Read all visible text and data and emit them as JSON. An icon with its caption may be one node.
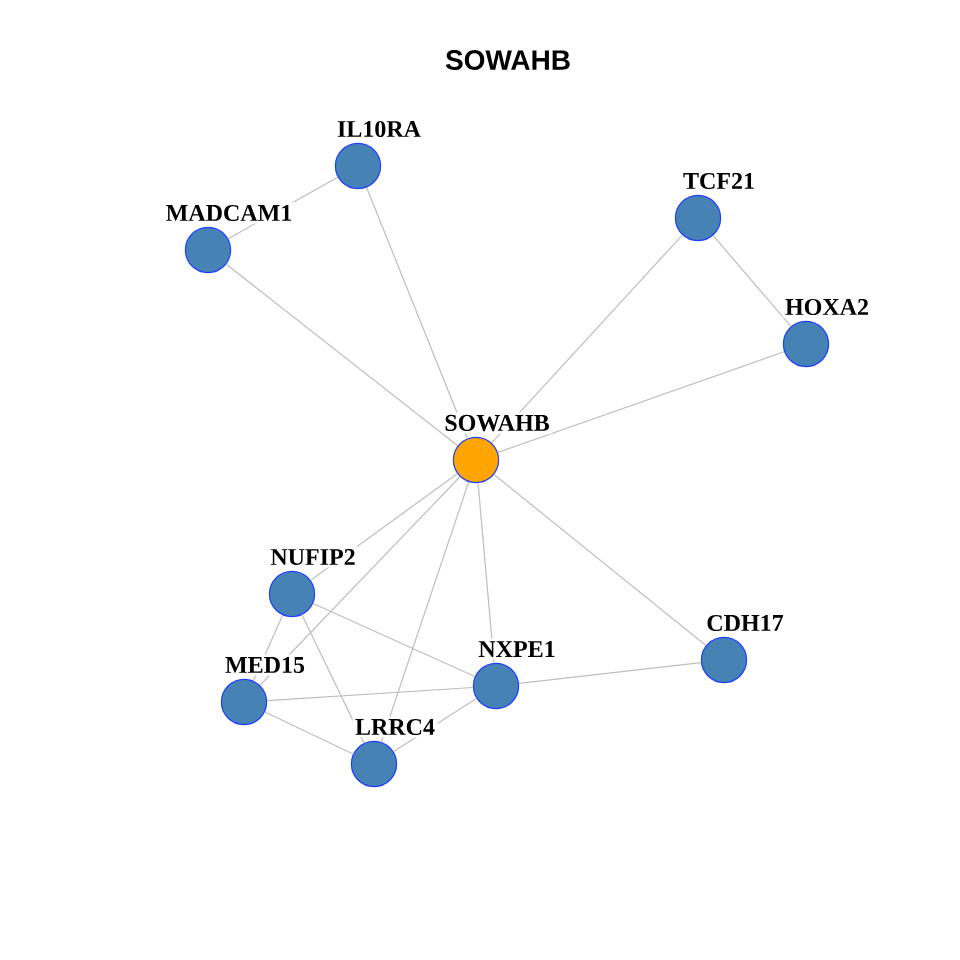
{
  "diagram": {
    "title": "SOWAHB",
    "nodes": [
      {
        "text": [
          "IL10RA"
        ]
      },
      {
        "text": [
          "TCF21"
        ]
      },
      {
        "text": [
          "MADCAM1"
        ]
      },
      {
        "text": [
          "HOXA2"
        ]
      },
      {
        "text": [
          "SOWAHB"
        ]
      },
      {
        "text": [
          "NUFIP2"
        ]
      },
      {
        "text": [
          "CDH17"
        ]
      },
      {
        "text": [
          "NXPE1"
        ]
      },
      {
        "text": [
          "MED15"
        ]
      },
      {
        "text": [
          "LRRC4"
        ]
      }
    ],
    "edges": [
      {
        "from": 2,
        "to": 0,
        "arrow": "none"
      },
      {
        "from": 0,
        "to": 4,
        "arrow": "none"
      },
      {
        "from": 2,
        "to": 4,
        "arrow": "none"
      },
      {
        "from": 1,
        "to": 4,
        "arrow": "none"
      },
      {
        "from": 1,
        "to": 3,
        "arrow": "none"
      },
      {
        "from": 3,
        "to": 4,
        "arrow": "none"
      },
      {
        "from": 4,
        "to": 5,
        "arrow": "none"
      },
      {
        "from": 4,
        "to": 8,
        "arrow": "none"
      },
      {
        "from": 4,
        "to": 9,
        "arrow": "none"
      },
      {
        "from": 4,
        "to": 7,
        "arrow": "none"
      },
      {
        "from": 4,
        "to": 6,
        "arrow": "none"
      },
      {
        "from": 5,
        "to": 8,
        "arrow": "none"
      },
      {
        "from": 5,
        "to": 9,
        "arrow": "none"
      },
      {
        "from": 5,
        "to": 7,
        "arrow": "none"
      },
      {
        "from": 8,
        "to": 9,
        "arrow": "none"
      },
      {
        "from": 8,
        "to": 7,
        "arrow": "none"
      },
      {
        "from": 9,
        "to": 7,
        "arrow": "none"
      },
      {
        "from": 7,
        "to": 6,
        "arrow": "none"
      }
    ]
  }
}
